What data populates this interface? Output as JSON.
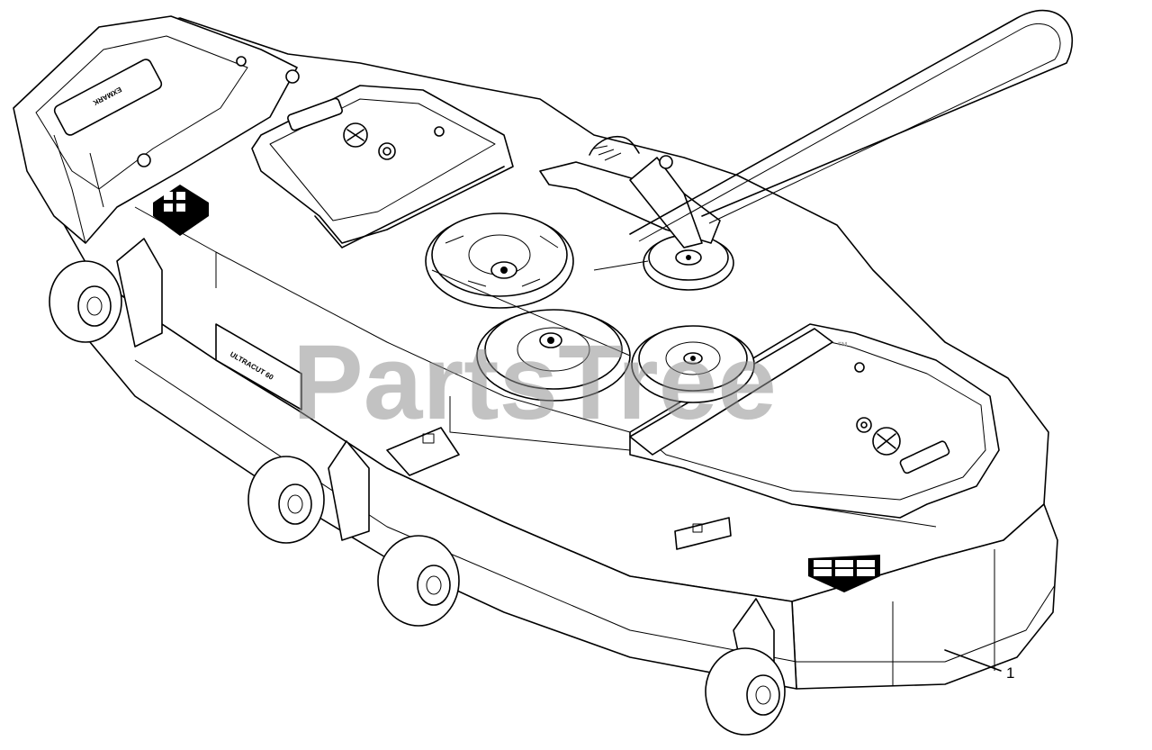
{
  "watermark": {
    "text": "PartsTree",
    "trademark": "™"
  },
  "callouts": [
    {
      "label": "1"
    }
  ],
  "decals": {
    "brand_logo": "EXMARK",
    "deck_badge": "ULTRACUT 60"
  },
  "colors": {
    "line": "#000000",
    "background": "#ffffff",
    "watermark": "#8f8f8f"
  }
}
